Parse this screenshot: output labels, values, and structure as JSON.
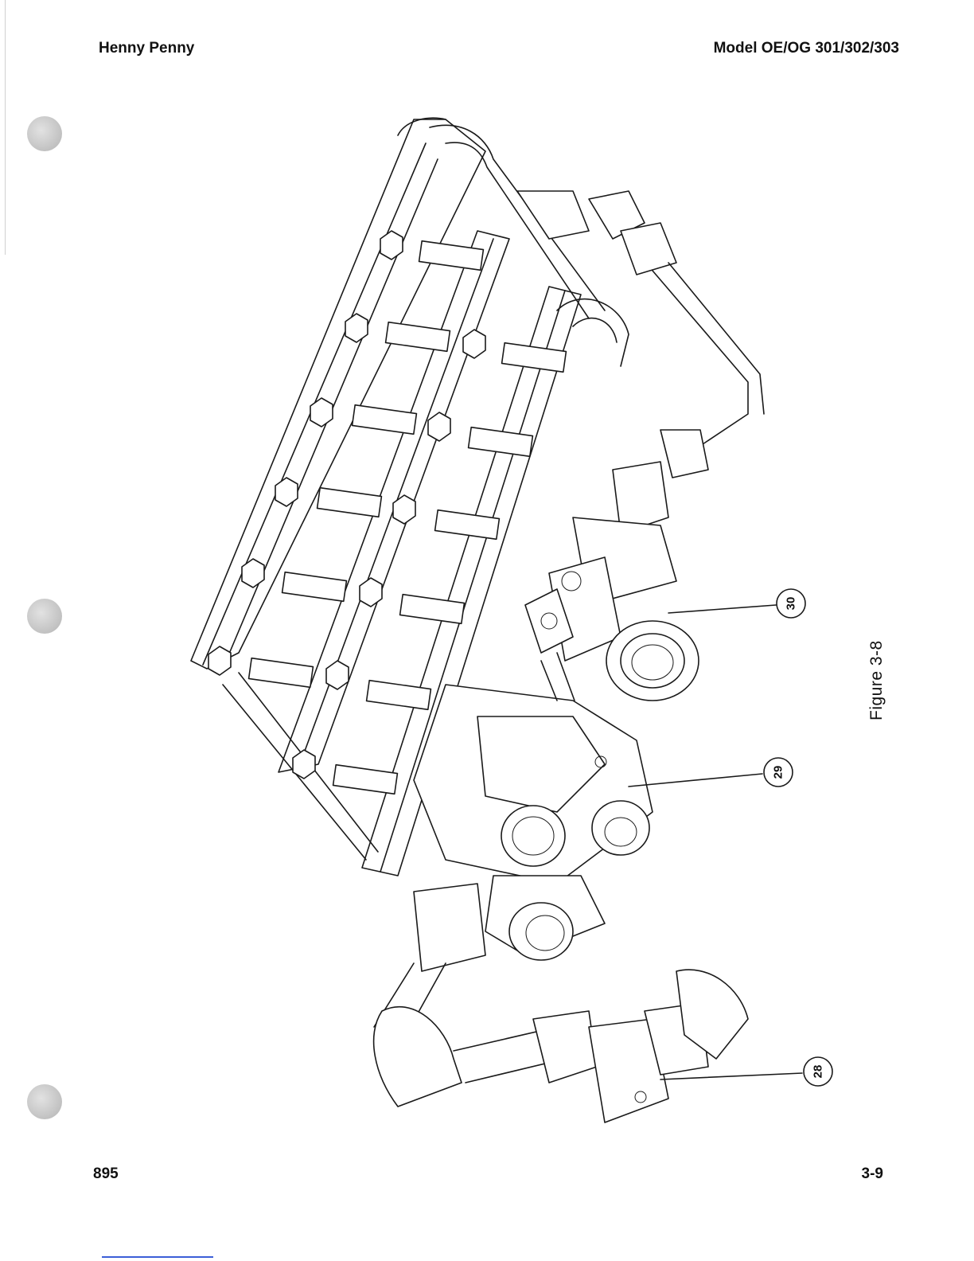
{
  "header": {
    "left": "Henny Penny",
    "right": "Model OE/OG 301/302/303"
  },
  "figure": {
    "caption": "Figure 3-8",
    "callouts": [
      "30",
      "29",
      "28"
    ]
  },
  "footer": {
    "left": "895",
    "right": "3-9"
  }
}
